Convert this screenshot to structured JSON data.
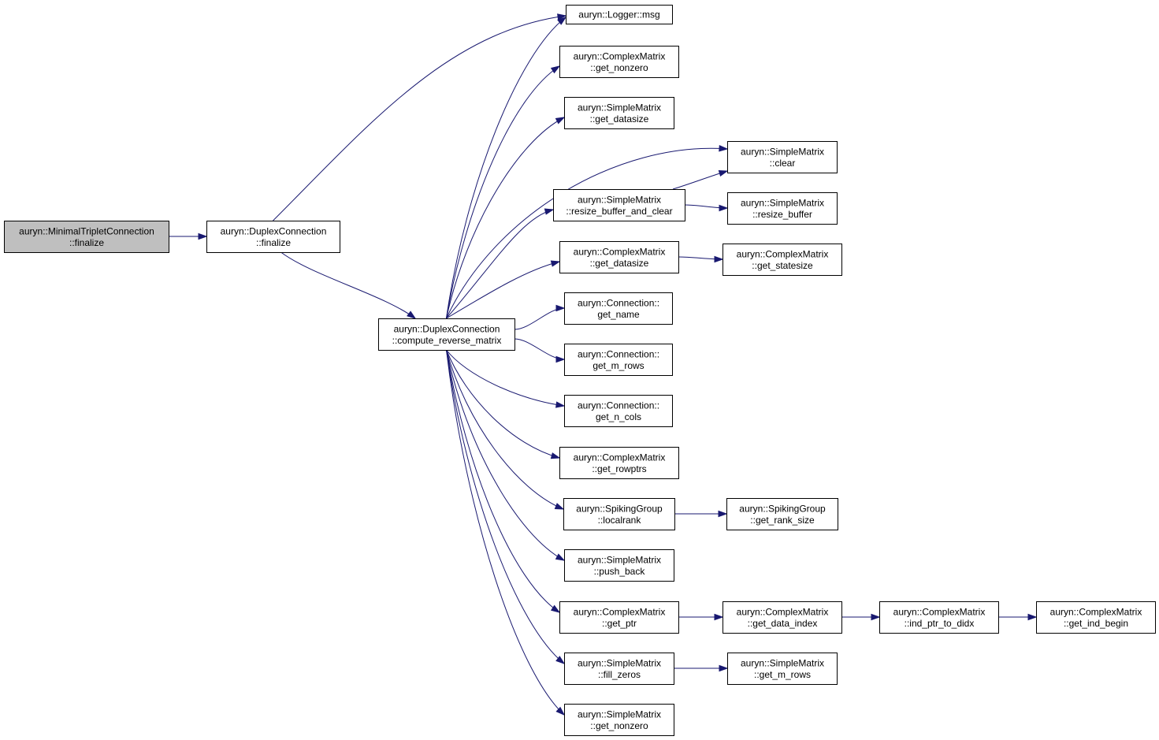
{
  "diagram": {
    "colors": {
      "edge": "#191970",
      "root_fill": "#bfbfbf",
      "node_fill": "#ffffff",
      "border": "#000000"
    },
    "nodes": [
      {
        "id": "n_root",
        "lines": [
          "auryn::MinimalTripletConnection",
          "::finalize"
        ]
      },
      {
        "id": "n_dup_fin",
        "lines": [
          "auryn::DuplexConnection",
          "::finalize"
        ]
      },
      {
        "id": "n_crm",
        "lines": [
          "auryn::DuplexConnection",
          "::compute_reverse_matrix"
        ]
      },
      {
        "id": "n_logger",
        "lines": [
          "auryn::Logger::msg"
        ]
      },
      {
        "id": "n_cm_nonzero",
        "lines": [
          "auryn::ComplexMatrix",
          "::get_nonzero"
        ]
      },
      {
        "id": "n_sm_datasize",
        "lines": [
          "auryn::SimpleMatrix",
          "::get_datasize"
        ]
      },
      {
        "id": "n_sm_clear",
        "lines": [
          "auryn::SimpleMatrix",
          "::clear"
        ]
      },
      {
        "id": "n_sm_rbc",
        "lines": [
          "auryn::SimpleMatrix",
          "::resize_buffer_and_clear"
        ]
      },
      {
        "id": "n_sm_rb",
        "lines": [
          "auryn::SimpleMatrix",
          "::resize_buffer"
        ]
      },
      {
        "id": "n_cm_datasize",
        "lines": [
          "auryn::ComplexMatrix",
          "::get_datasize"
        ]
      },
      {
        "id": "n_cm_statesize",
        "lines": [
          "auryn::ComplexMatrix",
          "::get_statesize"
        ]
      },
      {
        "id": "n_conn_name",
        "lines": [
          "auryn::Connection::",
          "get_name"
        ]
      },
      {
        "id": "n_conn_mrows",
        "lines": [
          "auryn::Connection::",
          "get_m_rows"
        ]
      },
      {
        "id": "n_conn_ncols",
        "lines": [
          "auryn::Connection::",
          "get_n_cols"
        ]
      },
      {
        "id": "n_cm_rowptrs",
        "lines": [
          "auryn::ComplexMatrix",
          "::get_rowptrs"
        ]
      },
      {
        "id": "n_sg_localrank",
        "lines": [
          "auryn::SpikingGroup",
          "::localrank"
        ]
      },
      {
        "id": "n_sg_ranksize",
        "lines": [
          "auryn::SpikingGroup",
          "::get_rank_size"
        ]
      },
      {
        "id": "n_sm_pushback",
        "lines": [
          "auryn::SimpleMatrix",
          "::push_back"
        ]
      },
      {
        "id": "n_cm_getptr",
        "lines": [
          "auryn::ComplexMatrix",
          "::get_ptr"
        ]
      },
      {
        "id": "n_cm_dataindex",
        "lines": [
          "auryn::ComplexMatrix",
          "::get_data_index"
        ]
      },
      {
        "id": "n_cm_indptr",
        "lines": [
          "auryn::ComplexMatrix",
          "::ind_ptr_to_didx"
        ]
      },
      {
        "id": "n_cm_indbegin",
        "lines": [
          "auryn::ComplexMatrix",
          "::get_ind_begin"
        ]
      },
      {
        "id": "n_sm_fillzeros",
        "lines": [
          "auryn::SimpleMatrix",
          "::fill_zeros"
        ]
      },
      {
        "id": "n_sm_mrows",
        "lines": [
          "auryn::SimpleMatrix",
          "::get_m_rows"
        ]
      },
      {
        "id": "n_sm_nonzero",
        "lines": [
          "auryn::SimpleMatrix",
          "::get_nonzero"
        ]
      }
    ],
    "edges": [
      [
        "n_root",
        "n_dup_fin"
      ],
      [
        "n_dup_fin",
        "n_logger"
      ],
      [
        "n_dup_fin",
        "n_crm"
      ],
      [
        "n_crm",
        "n_logger"
      ],
      [
        "n_crm",
        "n_cm_nonzero"
      ],
      [
        "n_crm",
        "n_sm_datasize"
      ],
      [
        "n_crm",
        "n_sm_clear"
      ],
      [
        "n_crm",
        "n_sm_rbc"
      ],
      [
        "n_crm",
        "n_cm_datasize"
      ],
      [
        "n_crm",
        "n_conn_name"
      ],
      [
        "n_crm",
        "n_conn_mrows"
      ],
      [
        "n_crm",
        "n_conn_ncols"
      ],
      [
        "n_crm",
        "n_cm_rowptrs"
      ],
      [
        "n_crm",
        "n_sg_localrank"
      ],
      [
        "n_crm",
        "n_sm_pushback"
      ],
      [
        "n_crm",
        "n_cm_getptr"
      ],
      [
        "n_crm",
        "n_sm_fillzeros"
      ],
      [
        "n_crm",
        "n_sm_nonzero"
      ],
      [
        "n_sm_rbc",
        "n_sm_clear"
      ],
      [
        "n_sm_rbc",
        "n_sm_rb"
      ],
      [
        "n_cm_datasize",
        "n_cm_statesize"
      ],
      [
        "n_sg_localrank",
        "n_sg_ranksize"
      ],
      [
        "n_cm_getptr",
        "n_cm_dataindex"
      ],
      [
        "n_cm_dataindex",
        "n_cm_indptr"
      ],
      [
        "n_cm_indptr",
        "n_cm_indbegin"
      ],
      [
        "n_sm_fillzeros",
        "n_sm_mrows"
      ]
    ]
  }
}
